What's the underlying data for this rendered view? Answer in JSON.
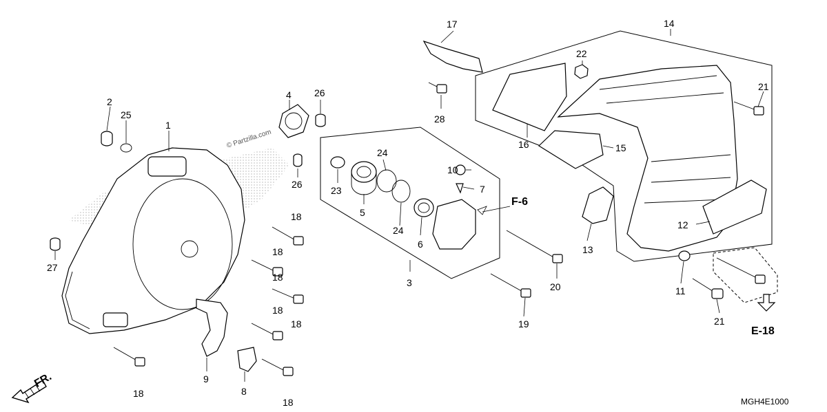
{
  "diagram": {
    "code": "MGH4E1000",
    "watermark": "© Partzilla.com",
    "direction_label": "FR.",
    "refs": [
      "F-6",
      "E-18"
    ],
    "callouts": [
      "1",
      "2",
      "3",
      "4",
      "5",
      "6",
      "7",
      "8",
      "9",
      "10",
      "11",
      "12",
      "13",
      "14",
      "15",
      "16",
      "17",
      "18",
      "19",
      "20",
      "21",
      "22",
      "23",
      "24",
      "25",
      "26",
      "27",
      "28"
    ],
    "dup": {
      "c18": "18",
      "c24": "24",
      "c26": "26",
      "c21": "21"
    },
    "colors": {
      "line": "#000000",
      "background": "#ffffff",
      "stipple": "#b0b0b0"
    }
  }
}
